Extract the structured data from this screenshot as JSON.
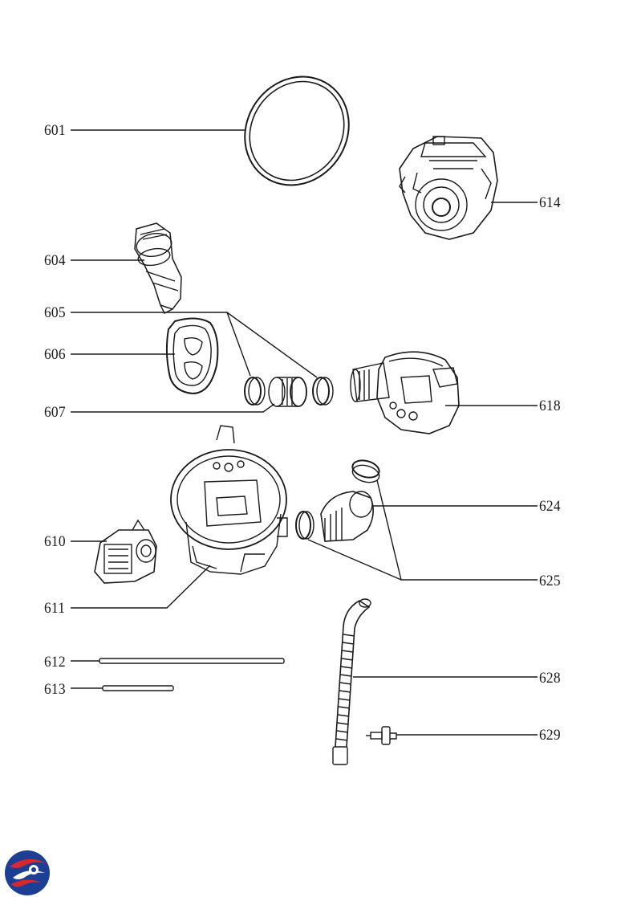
{
  "diagram": {
    "parts": [
      {
        "id": "p601",
        "label": "601",
        "name": "gasket-ring"
      },
      {
        "id": "p604",
        "label": "604",
        "name": "filter-holder"
      },
      {
        "id": "p605",
        "label": "605",
        "name": "hose-clamp"
      },
      {
        "id": "p606",
        "label": "606",
        "name": "seal-gasket"
      },
      {
        "id": "p607",
        "label": "607",
        "name": "connection-hose"
      },
      {
        "id": "p610",
        "label": "610",
        "name": "drain-pump"
      },
      {
        "id": "p611",
        "label": "611",
        "name": "sump-housing"
      },
      {
        "id": "p612",
        "label": "612",
        "name": "long-rod"
      },
      {
        "id": "p613",
        "label": "613",
        "name": "short-rod"
      },
      {
        "id": "p614",
        "label": "614",
        "name": "circulation-pump-motor"
      },
      {
        "id": "p618",
        "label": "618",
        "name": "heat-pump-housing"
      },
      {
        "id": "p624",
        "label": "624",
        "name": "clamp-ring"
      },
      {
        "id": "p625",
        "label": "625",
        "name": "hose-clamp-pair"
      },
      {
        "id": "p628",
        "label": "628",
        "name": "drain-hose"
      },
      {
        "id": "p629",
        "label": "629",
        "name": "check-valve"
      }
    ]
  },
  "colors": {
    "line": "#1a1a1a",
    "logo_blue": "#1c3f94",
    "logo_red": "#d7282f"
  }
}
